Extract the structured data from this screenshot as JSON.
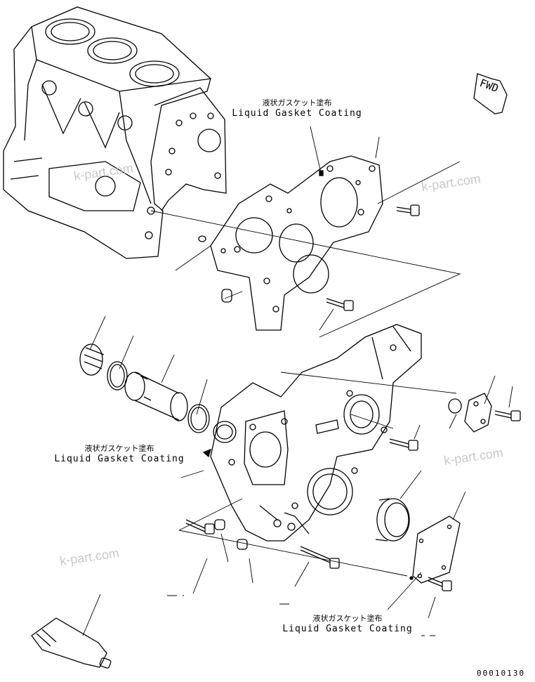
{
  "callouts": [
    {
      "jp": "液状ガスケット塗布",
      "en": "Liquid Gasket Coating"
    },
    {
      "jp": "液状ガスケット塗布",
      "en": "Liquid Gasket Coating"
    },
    {
      "jp": "液状ガスケット塗布",
      "en": "Liquid Gasket Coating"
    }
  ],
  "direction_arrow": {
    "label": "FWD",
    "icon": "forward-arrow-icon"
  },
  "watermark": "k-part.com",
  "drawing_number": "00010130",
  "colors": {
    "line": "#000000",
    "background": "#ffffff",
    "watermark": "#c8c8c8"
  }
}
